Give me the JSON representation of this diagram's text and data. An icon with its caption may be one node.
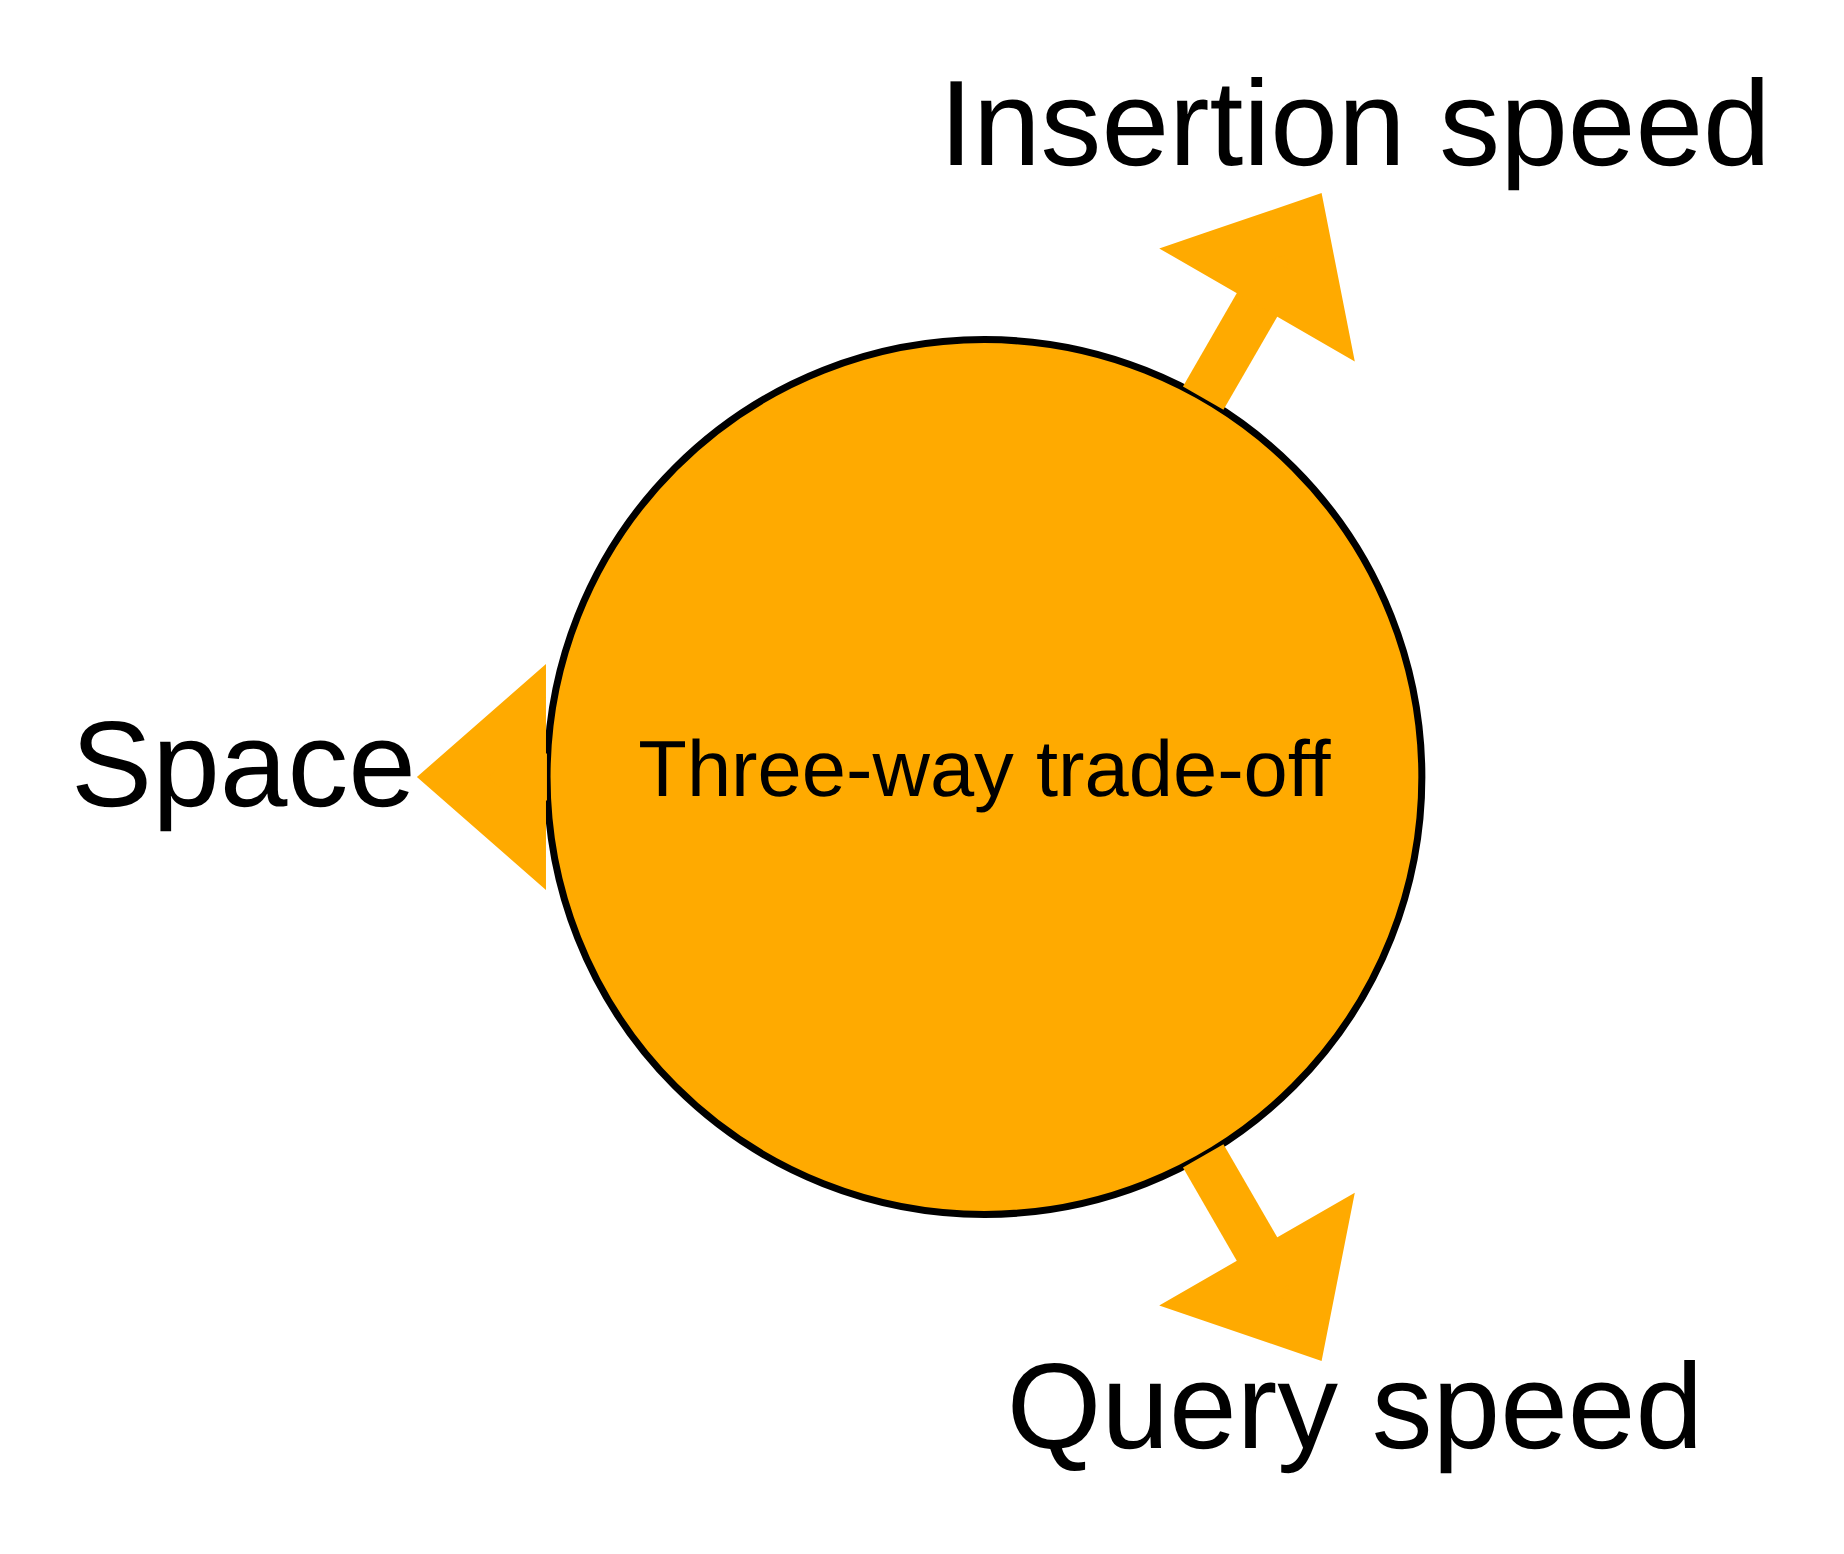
{
  "diagram": {
    "nodes": [
      {
        "text": [
          "Insertion speed"
        ]
      },
      {
        "text": [
          "Three-way trade-off"
        ]
      },
      {
        "text": [
          "Space"
        ]
      },
      {
        "text": [
          "Query speed"
        ]
      }
    ],
    "edges": [
      {
        "from": 1,
        "to": 0,
        "arrow": "to"
      },
      {
        "from": 1,
        "to": 2,
        "arrow": "to"
      },
      {
        "from": 1,
        "to": 3,
        "arrow": "to"
      }
    ]
  }
}
